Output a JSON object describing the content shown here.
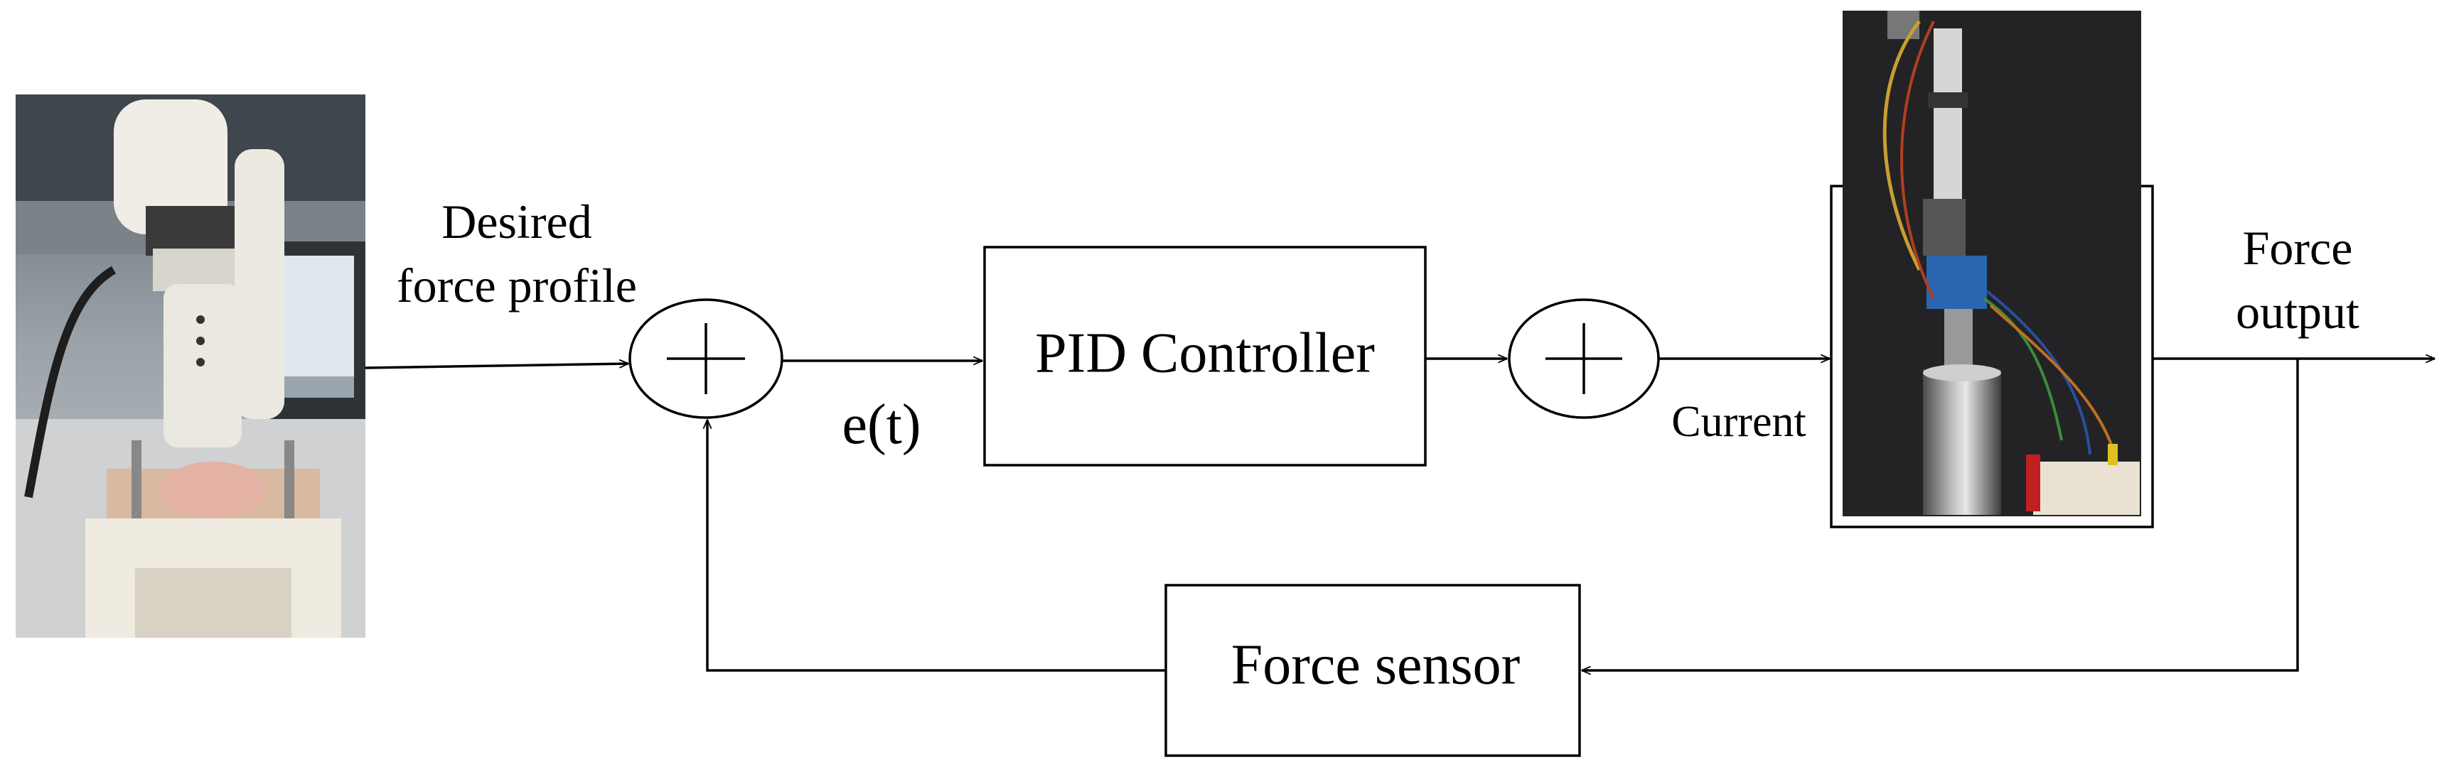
{
  "labels": {
    "desired_line1": "Desired",
    "desired_line2": "force profile",
    "error": "e(t)",
    "current": "Current",
    "output_line1": "Force",
    "output_line2": "output"
  },
  "blocks": {
    "pid": "PID Controller",
    "sensor": "Force sensor"
  },
  "photos": {
    "robot": "robot-arm-photo",
    "actuator": "actuator-photo"
  },
  "colors": {
    "line": "#000000",
    "actuator_housing": "#2a66b0"
  }
}
